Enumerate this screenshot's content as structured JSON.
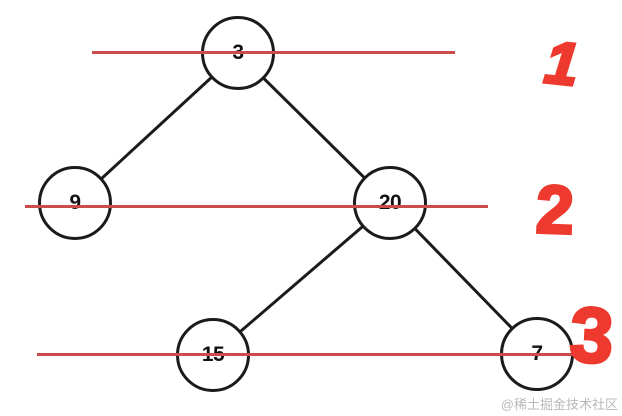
{
  "tree": {
    "description": "binary-tree-level-order-diagram",
    "nodes": [
      {
        "value": "3",
        "level": 1
      },
      {
        "value": "9",
        "level": 2
      },
      {
        "value": "20",
        "level": 2
      },
      {
        "value": "15",
        "level": 3
      },
      {
        "value": "7",
        "level": 3
      }
    ],
    "edges": [
      {
        "from": "3",
        "to": "9"
      },
      {
        "from": "3",
        "to": "20"
      },
      {
        "from": "20",
        "to": "15"
      },
      {
        "from": "20",
        "to": "7"
      }
    ]
  },
  "level_annotations": [
    {
      "label": "1"
    },
    {
      "label": "2"
    },
    {
      "label": "3"
    }
  ],
  "watermark": {
    "text": "@稀土掘金技术社区"
  },
  "colors": {
    "level_line_red": "#cc4b4b",
    "marker_red": "#ee3a2e",
    "node_border_black": "#1b1b1b",
    "edge_black": "#1b1b1b",
    "watermark_gray": "#b9b9b9",
    "background": "#ffffff"
  }
}
